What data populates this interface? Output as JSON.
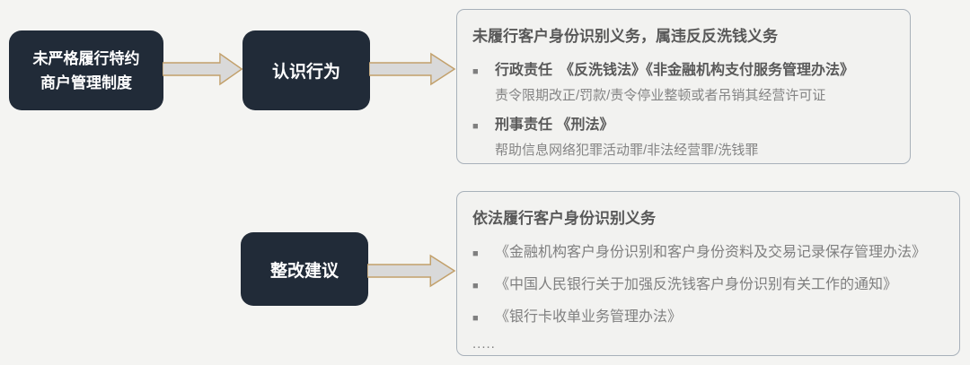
{
  "colors": {
    "page_background": "#f4f4f2",
    "dark_box_background": "#212b38",
    "dark_box_text": "#ffffff",
    "arrow_fill": "#d9d9d9",
    "arrow_stroke": "#c2a06b",
    "panel_background": "#f2f2f0",
    "panel_border": "#a8b1ba",
    "title_text": "#595959",
    "detail_text": "#848484",
    "advice_text": "#7f7f7f",
    "bullet_marker": "#7f7f7f"
  },
  "flow": {
    "cause_box": {
      "line1": "未严格履行特约",
      "line2": "商户管理制度"
    },
    "behavior_box": {
      "label": "认识行为"
    },
    "suggestion_box": {
      "label": "整改建议"
    }
  },
  "violation_panel": {
    "title": "未履行客户身份识别义务，属违反反洗钱义务",
    "items": [
      {
        "marker": "■",
        "bold": "行政责任　《反洗钱法》《非金融机构支付服务管理办法》",
        "detail": "责令限期改正/罚款/责令停业整顿或者吊销其经营许可证"
      },
      {
        "marker": "■",
        "bold": "刑事责任 《刑法》",
        "detail": "帮助信息网络犯罪活动罪/非法经营罪/洗钱罪"
      }
    ]
  },
  "advice_panel": {
    "title": "依法履行客户身份识别义务",
    "items": [
      {
        "marker": "■",
        "text": "《金融机构客户身份识别和客户身份资料及交易记录保存管理办法》"
      },
      {
        "marker": "■",
        "text": "《中国人民银行关于加强反洗钱客户身份识别有关工作的通知》"
      },
      {
        "marker": "■",
        "text": "《银行卡收单业务管理办法》"
      }
    ],
    "ellipsis": "....."
  }
}
